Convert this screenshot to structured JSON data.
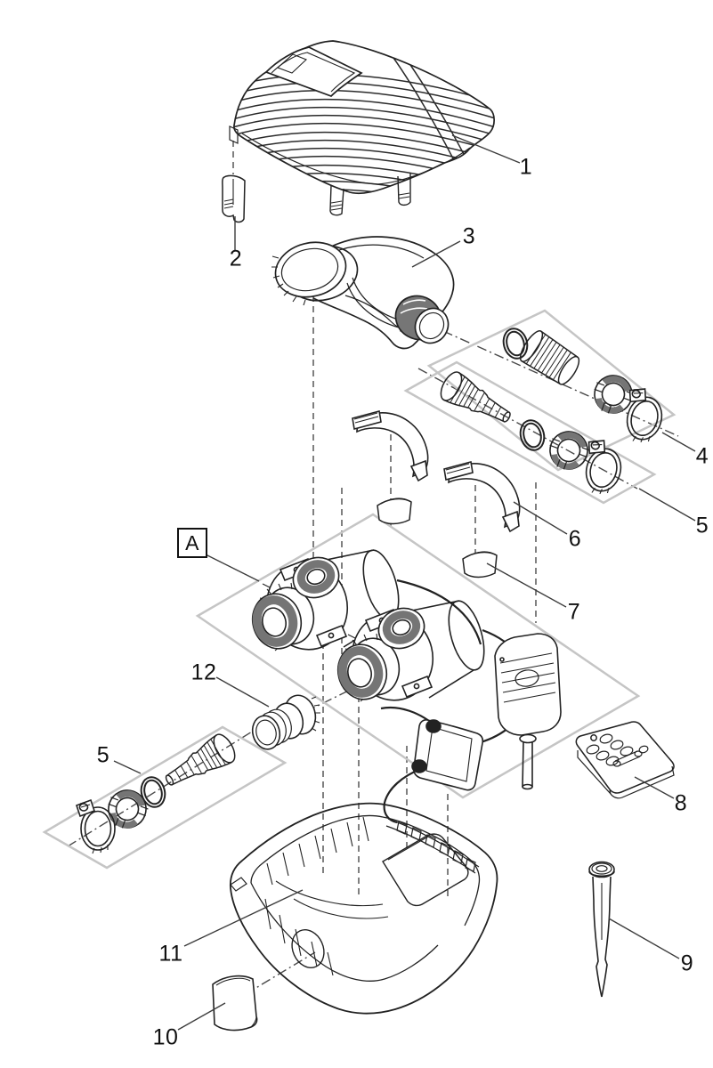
{
  "page": {
    "background": "#ffffff"
  },
  "colors": {
    "line": "#222222",
    "shading": "#757575",
    "group_box": "#c5c5c5",
    "dash_line": "#4a4a4a",
    "label_text": "#111111"
  },
  "callouts": {
    "c1": "1",
    "c2": "2",
    "c3": "3",
    "c4": "4",
    "c5_right": "5",
    "c6": "6",
    "c7": "7",
    "c8": "8",
    "c9": "9",
    "c10": "10",
    "c11": "11",
    "c12": "12",
    "c5_left": "5",
    "assembly_box": "A"
  }
}
